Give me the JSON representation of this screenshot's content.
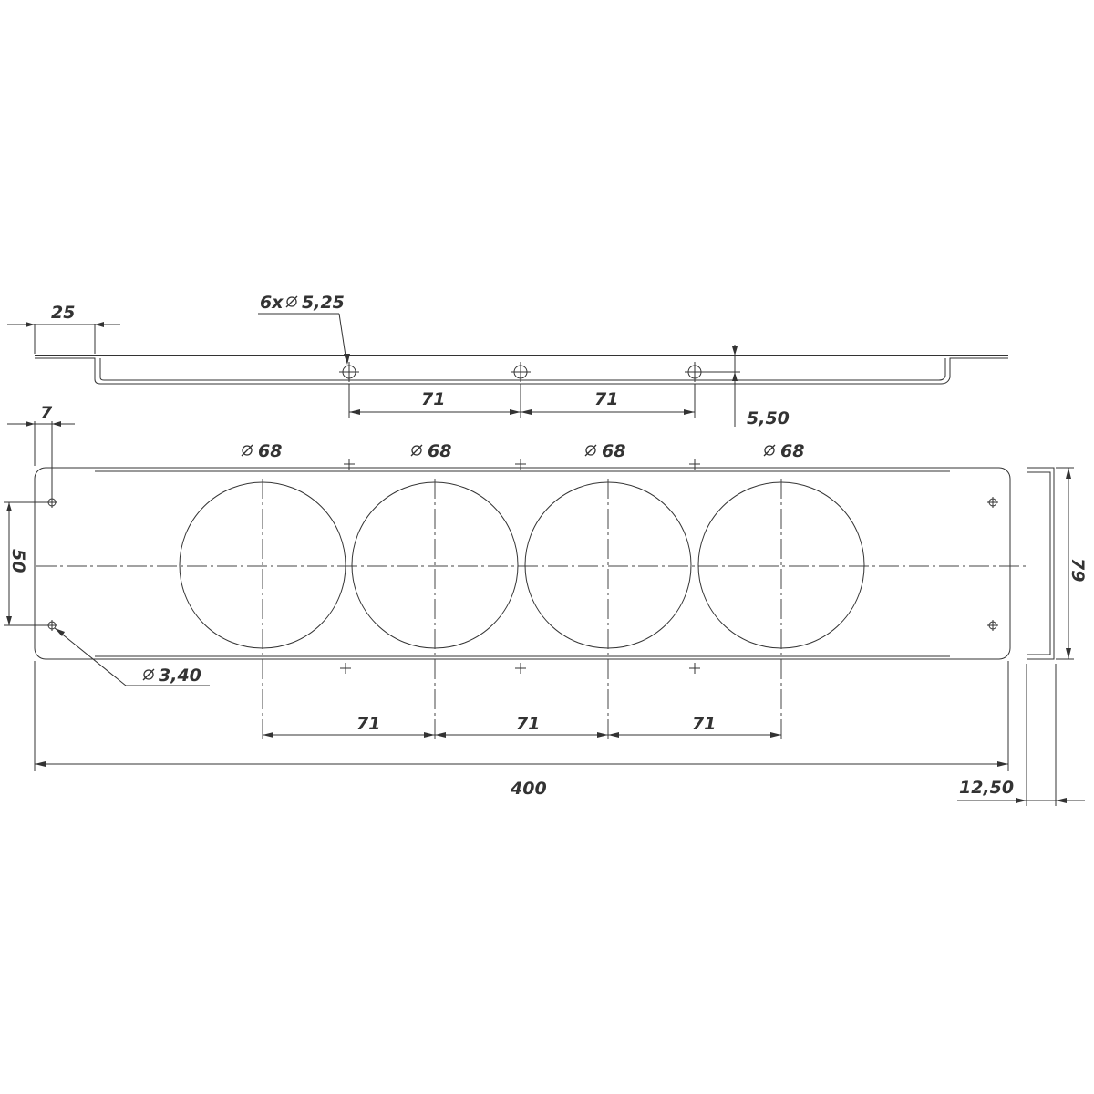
{
  "drawing": {
    "side_view": {
      "flange_width": "25",
      "hole_callout": "6x",
      "hole_diameter": "5,25",
      "spacing_left": "71",
      "spacing_right": "71",
      "hole_offset": "5,50"
    },
    "front_view": {
      "edge_hole_offset": "7",
      "cutouts": [
        {
          "diameter": "68"
        },
        {
          "diameter": "68"
        },
        {
          "diameter": "68"
        },
        {
          "diameter": "68"
        }
      ],
      "mount_hole_spacing": "50",
      "mount_hole_diameter": "3,40",
      "cutout_spacing": [
        "71",
        "71",
        "71"
      ],
      "overall_length": "400",
      "overall_height": "79",
      "bend_depth": "12,50"
    }
  }
}
